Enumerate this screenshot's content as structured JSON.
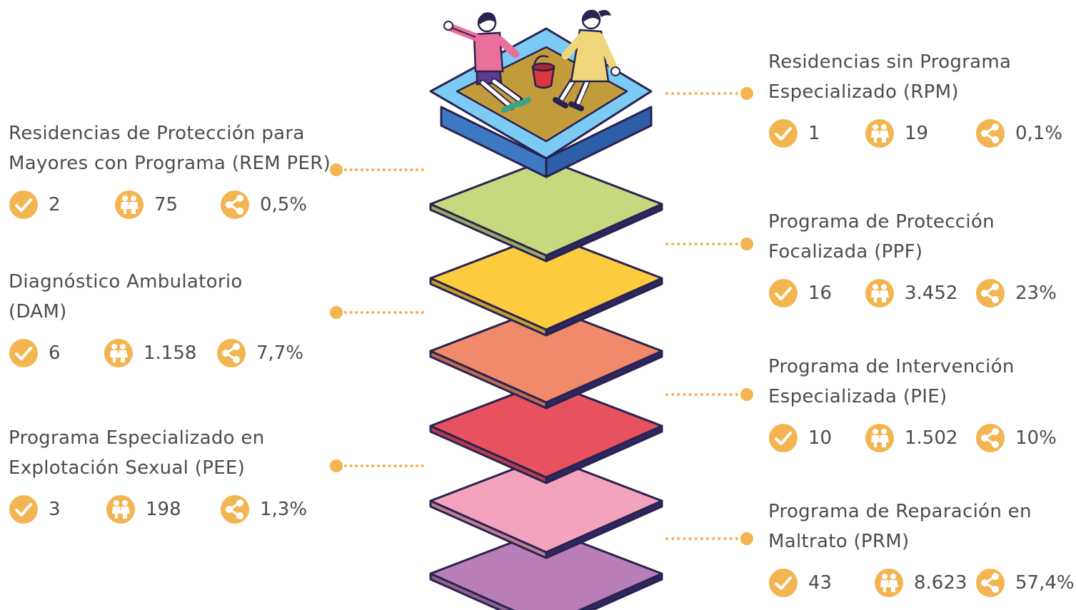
{
  "colors": {
    "accent": "#F3B552",
    "text": "#4B4B52",
    "layers": [
      "#B97EB8",
      "#F3A3BD",
      "#E8515E",
      "#F08A6A",
      "#FCCB3E",
      "#C6D97F"
    ],
    "sandbox_frame": "#76C8F4",
    "sand": "#C09A3A"
  },
  "icons": {
    "count": "check-icon",
    "children": "children-icon",
    "share": "share-icon"
  },
  "programs": [
    {
      "label": [
        "Residencias sin Programa",
        "Especializado (RPM)"
      ],
      "count": "1",
      "children": "19",
      "share": "0,1%"
    },
    {
      "label": [
        "Residencias de Protección para",
        "Mayores con Programa (REM PER)"
      ],
      "count": "2",
      "children": "75",
      "share": "0,5%"
    },
    {
      "label": [
        "Programa de Protección",
        "Focalizada (PPF)"
      ],
      "count": "16",
      "children": "3.452",
      "share": "23%"
    },
    {
      "label": [
        "Diagnóstico Ambulatorio",
        "(DAM)"
      ],
      "count": "6",
      "children": "1.158",
      "share": "7,7%"
    },
    {
      "label": [
        "Programa de Intervención",
        "Especializada (PIE)"
      ],
      "count": "10",
      "children": "1.502",
      "share": "10%"
    },
    {
      "label": [
        "Programa Especializado en",
        "Explotación Sexual (PEE)"
      ],
      "count": "3",
      "children": "198",
      "share": "1,3%"
    },
    {
      "label": [
        "Programa de Reparación en",
        "Maltrato (PRM)"
      ],
      "count": "43",
      "children": "8.623",
      "share": "57,4%"
    }
  ]
}
